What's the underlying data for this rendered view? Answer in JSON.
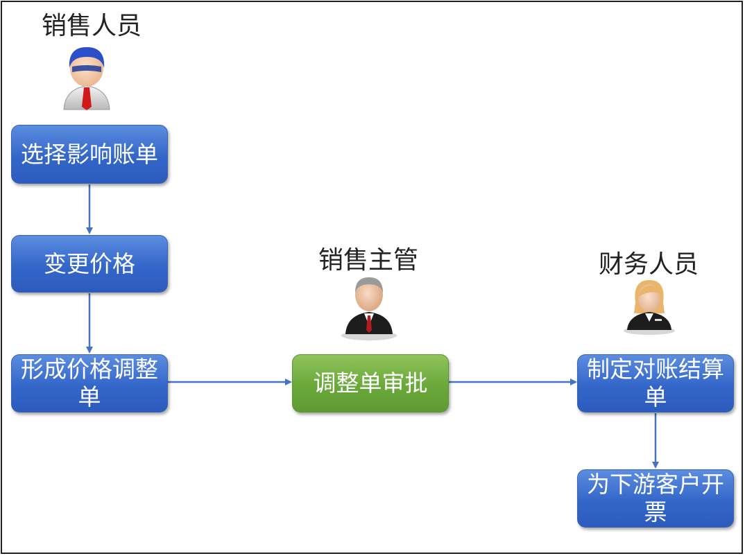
{
  "actors": {
    "sales": "销售人员",
    "manager": "销售主管",
    "finance": "财务人员"
  },
  "steps": {
    "select_bill": "选择影响账单",
    "change_price": "变更价格",
    "form_adjustment": "形成价格调整单",
    "approve": "调整单审批",
    "settlement": "制定对账结算单",
    "invoice": "为下游客户开票"
  },
  "colors": {
    "box_blue": "#3466c9",
    "box_green": "#6aa83a",
    "arrow": "#4472c4"
  }
}
